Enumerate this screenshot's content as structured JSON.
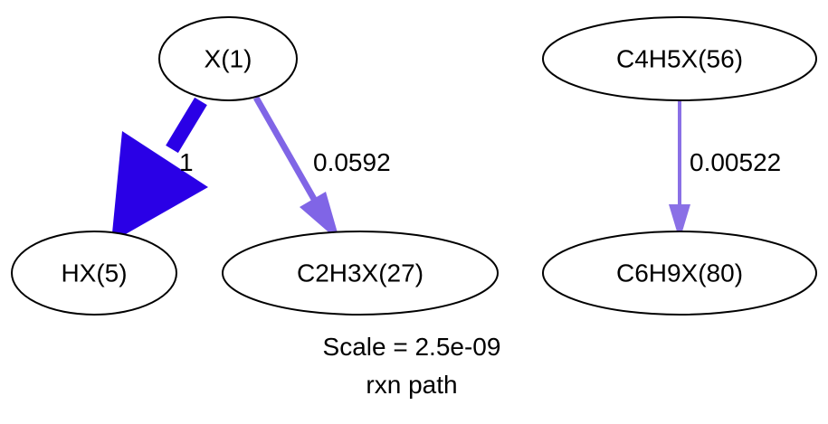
{
  "nodes": {
    "x1": "X(1)",
    "hx5": "HX(5)",
    "c2h3x27": "C2H3X(27)",
    "c4h5x56": "C4H5X(56)",
    "c6h9x80": "C6H9X(80)"
  },
  "edges": [
    {
      "from": "X(1)",
      "to": "HX(5)",
      "label": "1",
      "color": "#2a00e6"
    },
    {
      "from": "X(1)",
      "to": "C2H3X(27)",
      "label": "0.0592",
      "color": "#8065e6"
    },
    {
      "from": "C4H5X(56)",
      "to": "C6H9X(80)",
      "label": "0.00522",
      "color": "#8a70e6"
    }
  ],
  "caption": {
    "scale": "Scale = 2.5e-09",
    "subtitle": "rxn path"
  }
}
